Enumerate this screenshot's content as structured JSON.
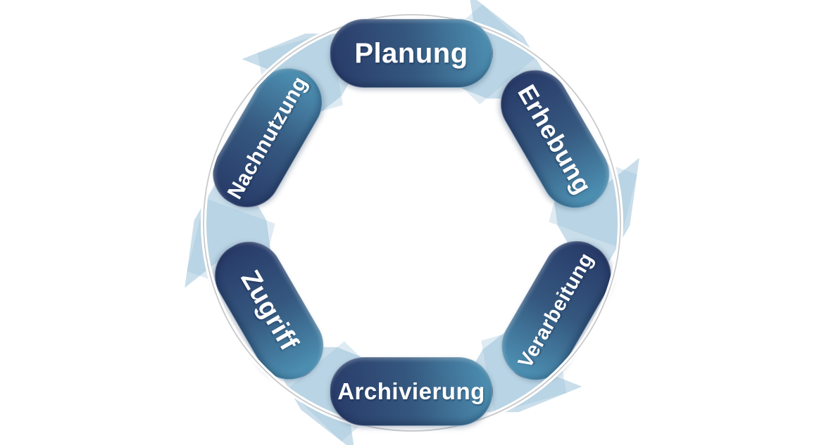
{
  "diagram": {
    "type": "cycle",
    "direction": "clockwise",
    "stages": [
      {
        "label": "Planung"
      },
      {
        "label": "Erhebung"
      },
      {
        "label": "Verarbeitung"
      },
      {
        "label": "Archivierung"
      },
      {
        "label": "Zugriff"
      },
      {
        "label": "Nachnutzung"
      }
    ],
    "arrows": {
      "count": 6,
      "style": "pale-blue-chevron",
      "direction": "clockwise"
    },
    "colors": {
      "pill_gradient_dark": "#283a68",
      "pill_gradient_light": "#4e93b5",
      "pill_text": "#ffffff",
      "arrow_fill": "#cfe0ea",
      "ring_line": "#c7c9cb",
      "ring_halo": "#ffffff",
      "background": "#ffffff"
    }
  }
}
